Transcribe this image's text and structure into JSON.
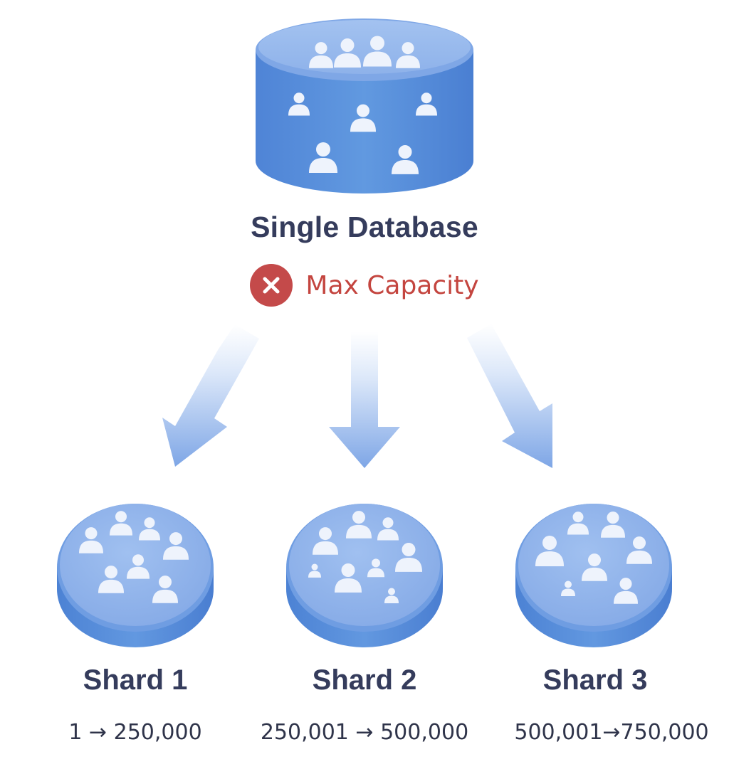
{
  "main": {
    "title": "Single Database",
    "status_text": "Max Capacity"
  },
  "shards": [
    {
      "title": "Shard 1",
      "range": "1 → 250,000"
    },
    {
      "title": "Shard 2",
      "range": "250,001 → 500,000"
    },
    {
      "title": "Shard 3",
      "range": "500,001→750,000"
    }
  ],
  "colors": {
    "db_blue": "#5b93de",
    "db_blue_dark": "#4b7fd0",
    "db_top": "#9cbcef",
    "user_icon": "#eef3fc",
    "text_dark": "#353c5c",
    "alert_red": "#c44a4a"
  },
  "icons": {
    "status": "x-circle-icon",
    "user": "user-icon",
    "database": "database-cylinder-icon",
    "arrow": "arrow-down-icon"
  }
}
